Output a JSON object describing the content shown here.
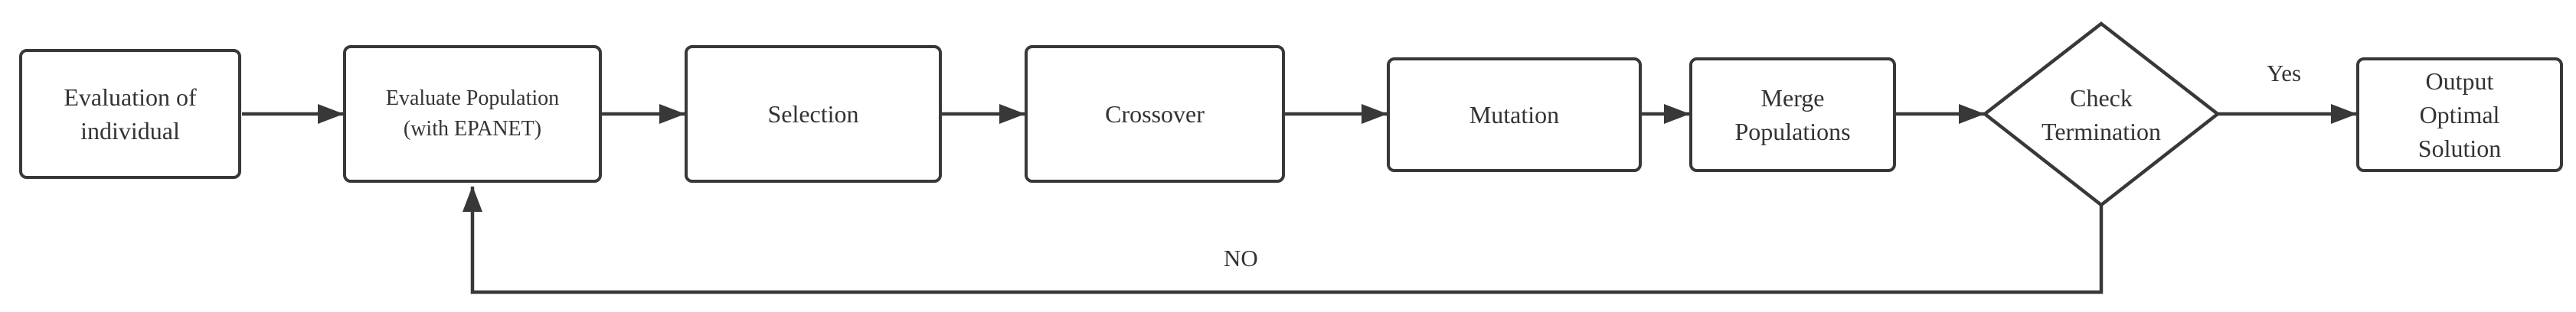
{
  "diagram": {
    "nodes": {
      "evaluation_of_individual": "Evaluation of\nindividual",
      "evaluate_population": "Evaluate Population\n(with EPANET)",
      "selection": "Selection",
      "crossover": "Crossover",
      "mutation": "Mutation",
      "merge_populations": "Merge\nPopulations",
      "check_termination": "Check\nTermination",
      "output_optimal_solution": "Output\nOptimal\nSolution"
    },
    "edge_labels": {
      "yes": "Yes",
      "no": "NO"
    },
    "colors": {
      "stroke": "#383838",
      "text": "#333333",
      "fill": "#ffffff"
    }
  }
}
